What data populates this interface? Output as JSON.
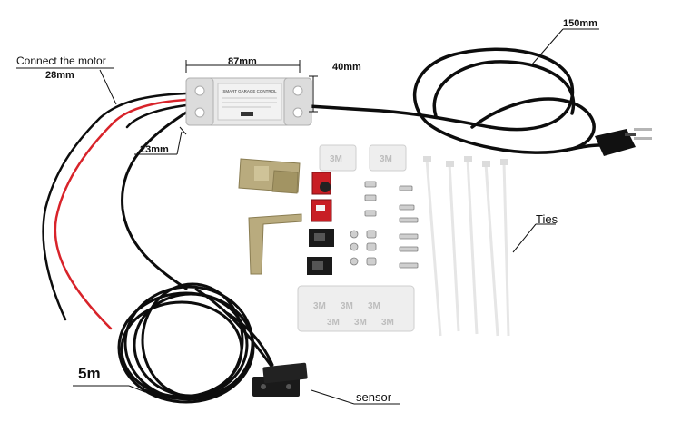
{
  "labels": {
    "connect_motor": "Connect the motor",
    "motor_wire_len": "28mm",
    "box_width": "87mm",
    "box_depth": "40mm",
    "box_height": "23mm",
    "power_cord_len": "150mm",
    "ties": "Ties",
    "cable_len": "5m",
    "sensor": "sensor"
  },
  "device": {
    "module_label": "SMART GARAGE CONTROL",
    "tape_print": "3M"
  },
  "colors": {
    "cable": "#0d0d0d",
    "red_wire": "#d8232a",
    "module_body": "#e9e9e9",
    "bracket": "#b9ab7e",
    "tape_backing": "#eeeeee",
    "red_block": "#c81e24"
  }
}
